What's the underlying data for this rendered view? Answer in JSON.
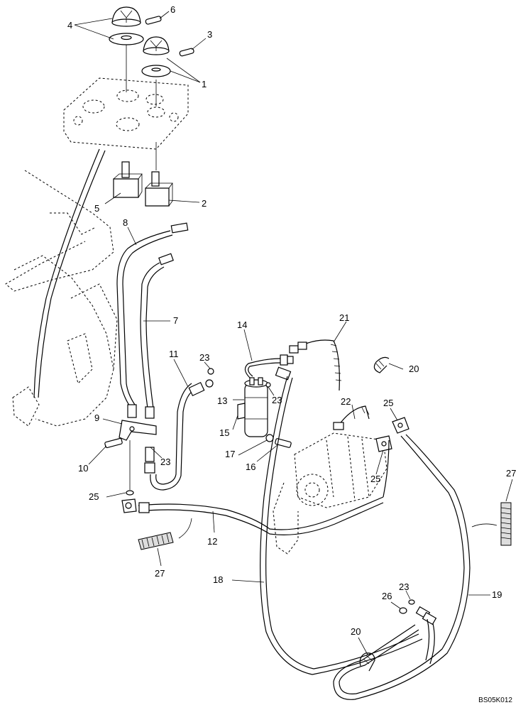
{
  "callouts": {
    "c1": "1",
    "c2": "2",
    "c3": "3",
    "c4": "4",
    "c5": "5",
    "c6": "6",
    "c7": "7",
    "c8": "8",
    "c9": "9",
    "c10": "10",
    "c11": "11",
    "c12": "12",
    "c13": "13",
    "c14": "14",
    "c15": "15",
    "c16": "16",
    "c17": "17",
    "c18": "18",
    "c19": "19",
    "c20a": "20",
    "c20b": "20",
    "c21": "21",
    "c22": "22",
    "c23a": "23",
    "c23b": "23",
    "c23c": "23",
    "c23d": "23",
    "c25a": "25",
    "c25b": "25",
    "c25c": "25",
    "c26": "26",
    "c27a": "27",
    "c27b": "27"
  },
  "drawing_code": "BS05K012"
}
